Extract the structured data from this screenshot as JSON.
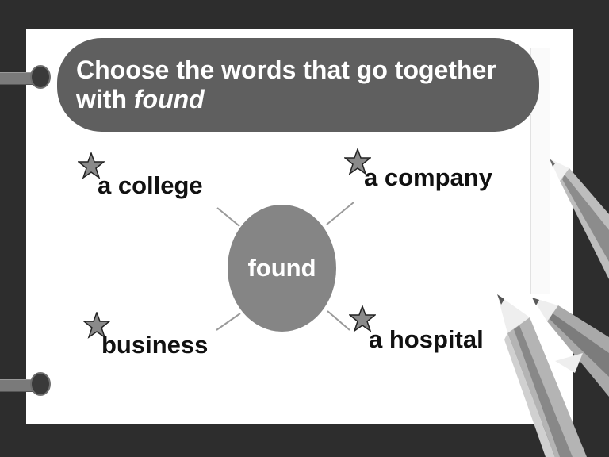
{
  "title": {
    "prefix": "Choose the words that go together",
    "line2_prefix": "with ",
    "keyword": "found"
  },
  "center_word": "found",
  "words": {
    "top_left": "a college",
    "top_right": "a company",
    "bottom_left": "business",
    "bottom_right": "a hospital"
  },
  "icons": {
    "star": "star-icon",
    "pencil": "pencil-icon",
    "binder_ring": "binder-ring-icon"
  },
  "colors": {
    "background": "#2d2d2d",
    "page": "#ffffff",
    "title_box": "#5f5f5f",
    "center_oval": "#858585",
    "star_fill": "#8a8a8a"
  }
}
